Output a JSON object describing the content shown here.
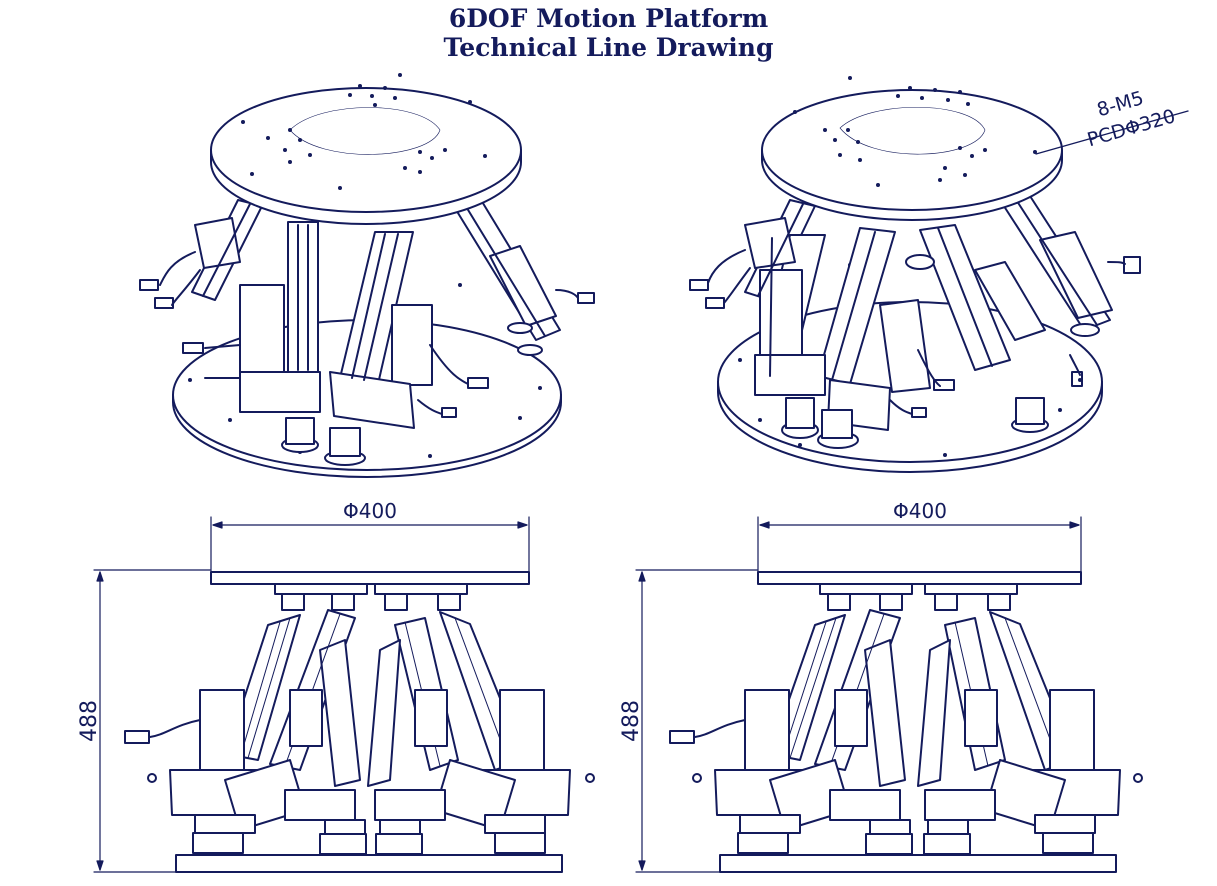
{
  "title": {
    "line1": "6DOF Motion Platform",
    "line2": "Technical Line Drawing"
  },
  "annotations": {
    "hole_spec": "8-M5",
    "pcd": "PCDΦ320",
    "diameter_left": "Φ400",
    "diameter_right": "Φ400",
    "height_left": "488",
    "height_right": "488"
  },
  "colors": {
    "line": "#141b5c",
    "background": "#ffffff"
  }
}
